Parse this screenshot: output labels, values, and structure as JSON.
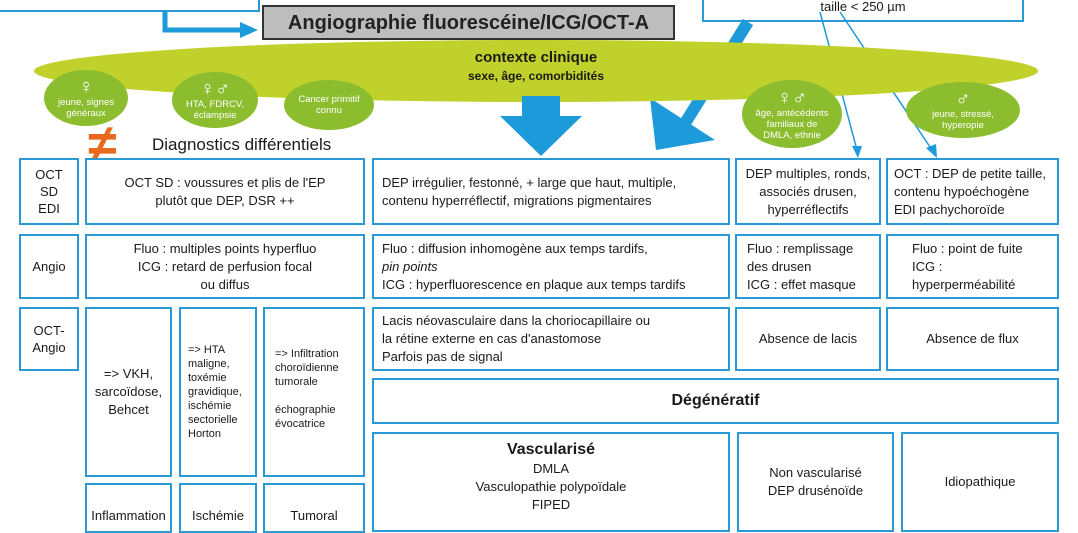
{
  "header": {
    "title": "Angiographie fluorescéine/ICG/OCT-A",
    "top_right_text": "taille < 250 µm"
  },
  "clinical_context": {
    "title": "contexte clinique",
    "subtitle": "sexe, âge, comorbidités"
  },
  "profiles": [
    {
      "symbol": "♀",
      "text": "jeune, signes généraux"
    },
    {
      "symbol": "♀♂",
      "text": "HTA, FDRCV, éclampsie"
    },
    {
      "symbol": "",
      "text": "Cancer primitif connu"
    },
    {
      "symbol": "♀♂",
      "text": "âge, antécédents familiaux de DMLA, ethnie"
    },
    {
      "symbol": "♂",
      "text": "jeune, stressé, hyperopie"
    }
  ],
  "differential": {
    "symbol": "≠",
    "title": "Diagnostics différentiels"
  },
  "rows": {
    "oct": [
      "OCT",
      "SD",
      "EDI"
    ],
    "angio": "Angio",
    "octa": [
      "OCT-",
      "Angio"
    ]
  },
  "cells": {
    "oct_diff": [
      "OCT SD : voussures et plis de l'EP",
      "plutôt que DEP, DSR ++"
    ],
    "oct_main": [
      "DEP irrégulier, festonné, + large que haut, multiple,",
      "contenu hyperréflectif, migrations pigmentaires"
    ],
    "oct_drusen": [
      "DEP multiples, ronds,",
      "associés drusen,",
      "hyperréflectifs"
    ],
    "oct_cscr": [
      "OCT : DEP de petite taille,",
      "contenu hypoéchogène",
      "EDI pachychoroïde"
    ],
    "angio_diff": [
      "Fluo : multiples points hyperfluo",
      "ICG : retard de perfusion focal",
      "ou diffus"
    ],
    "angio_main_1": "Fluo : diffusion inhomogène aux temps tardifs,",
    "angio_main_2": "pin points",
    "angio_main_3": "ICG : hyperfluorescence en plaque aux temps tardifs",
    "angio_drusen": [
      "Fluo : remplissage",
      "des drusen",
      "ICG : effet masque"
    ],
    "angio_cscr": [
      "Fluo : point de fuite",
      "ICG :",
      "hyperperméabilité"
    ],
    "octa_main": [
      "Lacis néovasculaire dans la choriocapillaire ou",
      "la rétine externe en cas d'anastomose",
      "Parfois pas de signal"
    ],
    "octa_drusen": "Absence de lacis",
    "octa_cscr": "Absence de flux",
    "diff_vkh": [
      "=> VKH,",
      "sarcoïdose,",
      "Behcet"
    ],
    "diff_hta": [
      "=> HTA",
      "maligne,",
      "toxémie",
      "gravidique,",
      "ischémie",
      "sectorielle",
      "Horton"
    ],
    "diff_tumor": [
      "=> Infiltration",
      "choroïdienne",
      "tumorale",
      "",
      "échographie",
      "évocatrice"
    ],
    "degeneratif": "Dégénératif",
    "vascularise_title": "Vascularisé",
    "vascularise_items": [
      "DMLA",
      "Vasculopathie polypoïdale",
      "FIPED"
    ],
    "non_vascularise": [
      "Non vascularisé",
      "DEP drusénoïde"
    ],
    "idiopathique": "Idiopathique",
    "bottom_labels": [
      "Inflammation",
      "Ischémie",
      "Tumoral"
    ]
  },
  "colors": {
    "border_blue": "#2a9ad6",
    "arrow_blue": "#1d9ad9",
    "ellipse_green": "#c0d12b",
    "circle_green": "#8cbd2f",
    "neq_orange": "#e8681e",
    "title_gray": "#bdbdbd"
  }
}
